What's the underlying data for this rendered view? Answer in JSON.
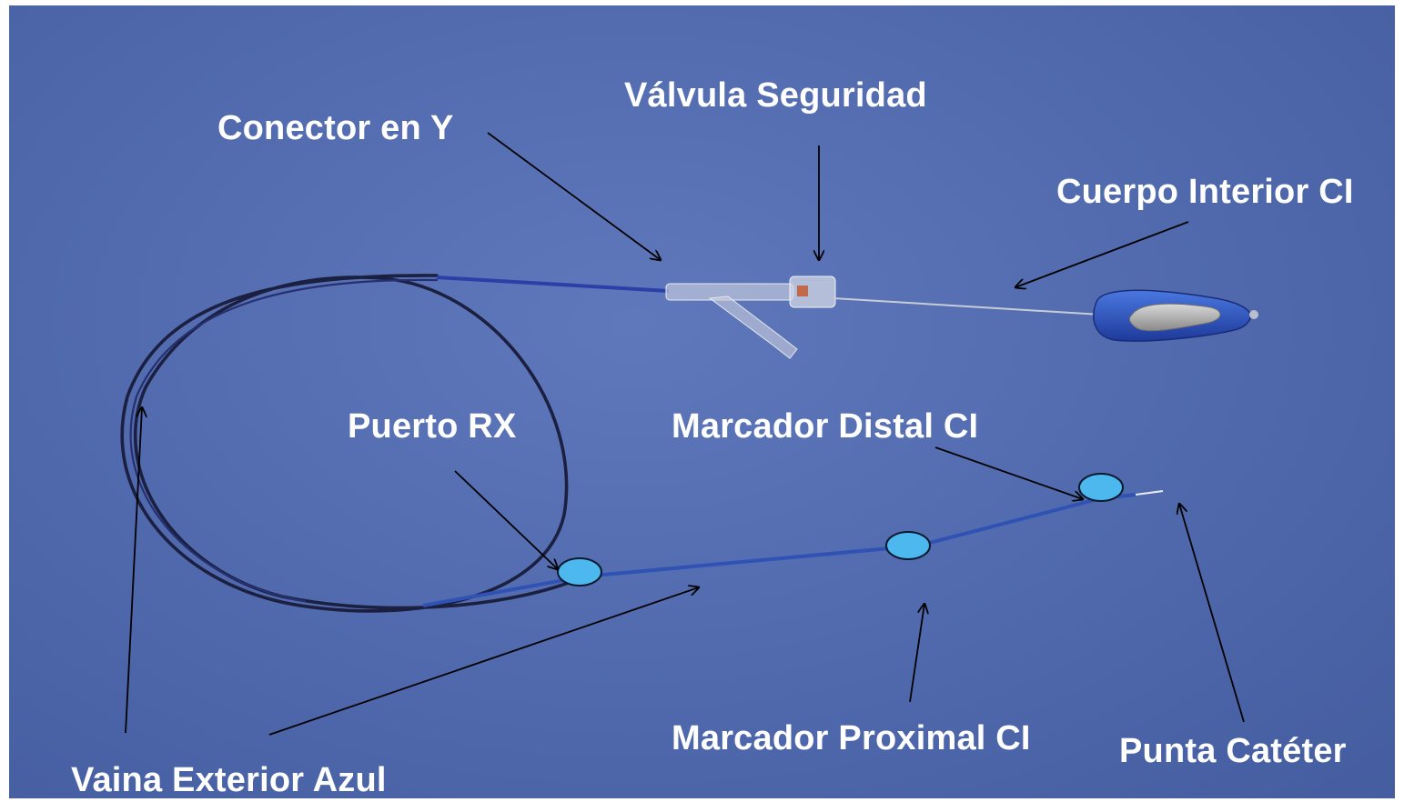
{
  "labels": {
    "conector_y": "Conector en Y",
    "valvula": "Válvula Seguridad",
    "cuerpo_interior": "Cuerpo Interior CI",
    "puerto_rx": "Puerto RX",
    "marcador_distal": "Marcador Distal CI",
    "marcador_proximal": "Marcador Proximal CI",
    "punta": "Punta Catéter",
    "vaina": "Vaina Exterior Azul"
  },
  "colors": {
    "background": "#5069ad",
    "label_text": "#ffffff",
    "arrow": "#000000",
    "marker_fill": "#4db8ee",
    "catheter_blue": "#2a3fa8",
    "handle_blue": "#2f56c0"
  }
}
